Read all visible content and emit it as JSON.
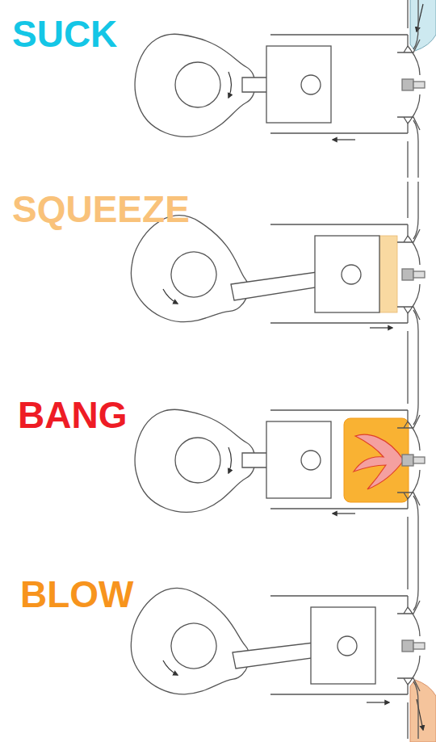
{
  "diagram": {
    "labels": [
      "SUCK",
      "SQUEEZE",
      "BANG",
      "BLOW"
    ]
  }
}
